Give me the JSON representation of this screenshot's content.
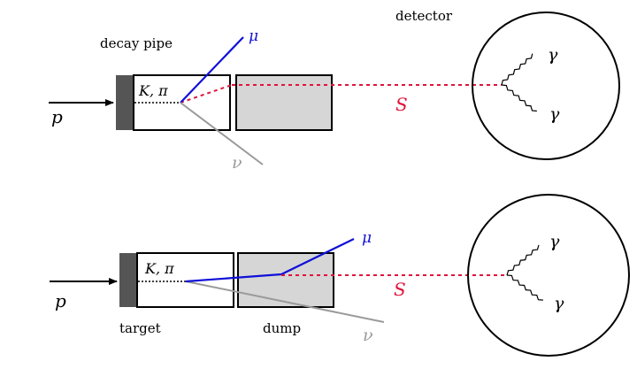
{
  "labels": {
    "detector": "detector",
    "decay_pipe": "decay pipe",
    "target": "target",
    "dump": "dump"
  },
  "symbols": {
    "proton": "p",
    "meson": "K, π",
    "muon": "μ",
    "neutrino": "ν",
    "scalar": "S",
    "photon": "γ"
  },
  "colors": {
    "muon": "#1010d8",
    "scalar": "#e0143c",
    "neutrino": "#9a9a9a",
    "target": "#555555",
    "dump": "#d6d6d6"
  }
}
